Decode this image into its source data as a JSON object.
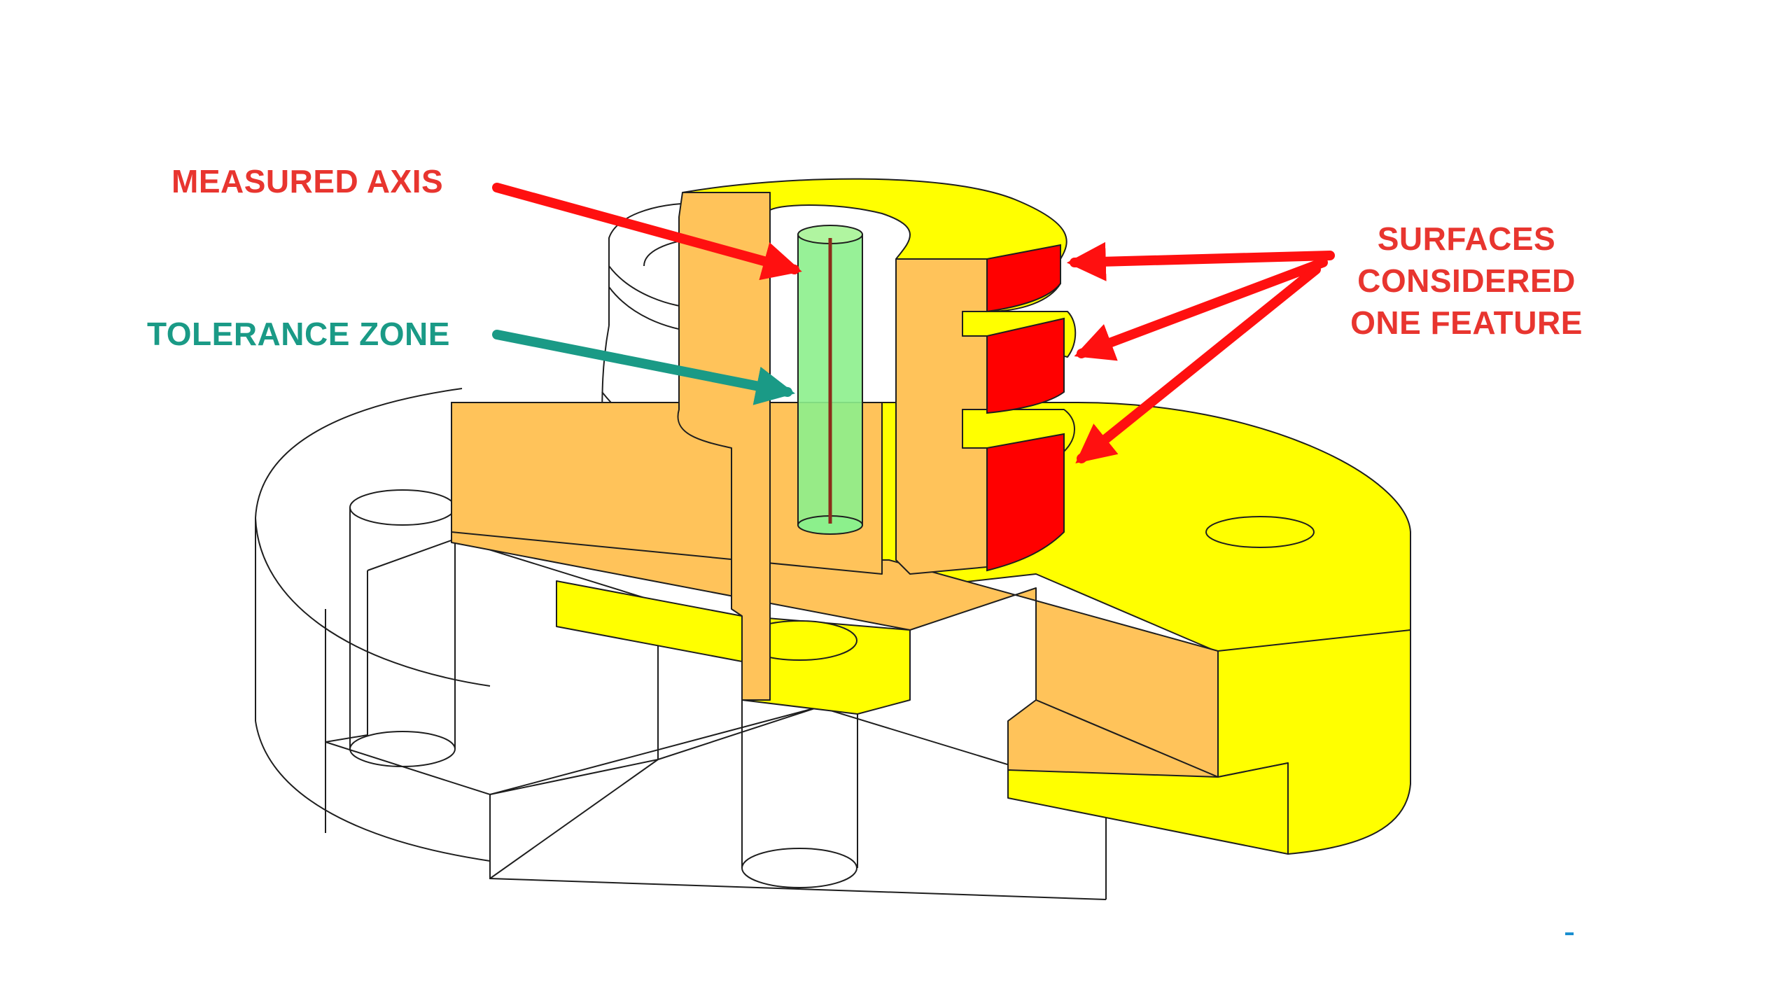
{
  "labels": {
    "measured_axis": "MEASURED AXIS",
    "tolerance_zone": "TOLERANCE ZONE",
    "surfaces_line1": "SURFACES",
    "surfaces_line2": "CONSIDERED",
    "surfaces_line3": "ONE FEATURE"
  },
  "colors": {
    "part_yellow": "#ffff00",
    "part_orange": "#ffc35a",
    "feature_red": "#ff0000",
    "tolerance_green": "#8cf08c",
    "axis_brown": "#8b2c1a",
    "arrow_red": "#ff1010",
    "arrow_teal": "#1a9a86",
    "outline": "#1e1e1e"
  }
}
